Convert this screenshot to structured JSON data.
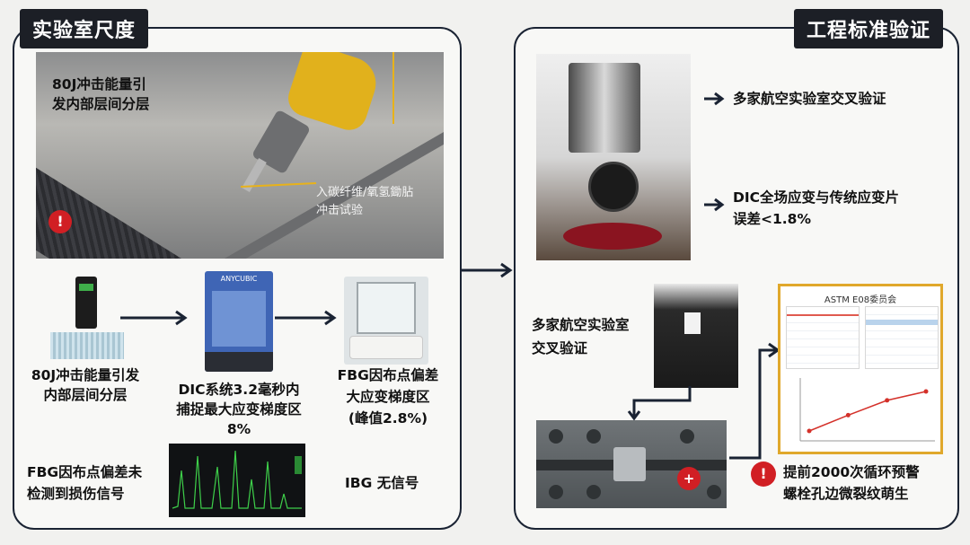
{
  "left_panel": {
    "title": "实验室尺度",
    "photo_caption_line1": "80J冲击能量引",
    "photo_caption_line2": "发内部层间分层",
    "photo_annotation_line1": "入碳纤维/氧氢鋤胋",
    "photo_annotation_line2": "冲击试验",
    "impact_marker": "!",
    "step1_line1": "80J冲击能量引发",
    "step1_line2": "内部层间分层",
    "step2_line1": "DIC系统3.2毫秒内",
    "step2_line2": "捕捉最大应变梯度区",
    "step2_line3": "8%",
    "step3_line1": "FBG因布点偏差",
    "step3_line2": "大应变梯度区",
    "step3_line3": "(峰值2.8%)",
    "fbg_line1": "FBG因布点偏差未",
    "fbg_line2": "检测到损伤信号",
    "ibg_label": "IBG 无信号",
    "printer_brand": "ANYCUBIC"
  },
  "right_panel": {
    "title": "工程标准验证",
    "item1": "多家航空实验室交叉验证",
    "item2_line1": "DIC全场应变与传统应变片",
    "item2_line2": "误差<1.8%",
    "machine_caption_line1": "多家航空实验室",
    "machine_caption_line2": "交叉验证",
    "warning_line1": "提前2000次循环预警",
    "warning_line2": "螺栓孔边微裂纹萌生",
    "warning_marker": "!",
    "bolt_marker": "+",
    "report_title": "ASTM E08委员会"
  },
  "chart_data": {
    "type": "line",
    "x": [
      1,
      2,
      3,
      4
    ],
    "values": [
      1.0,
      2.6,
      4.1,
      5.0
    ],
    "ylim": [
      0,
      6
    ],
    "color": "#d4312a"
  },
  "colors": {
    "navy": "#1a2333",
    "title_bg": "#1c1f26",
    "alert_red": "#d11f24",
    "report_border": "#e0a82b",
    "signal_green": "#3ed04a"
  }
}
